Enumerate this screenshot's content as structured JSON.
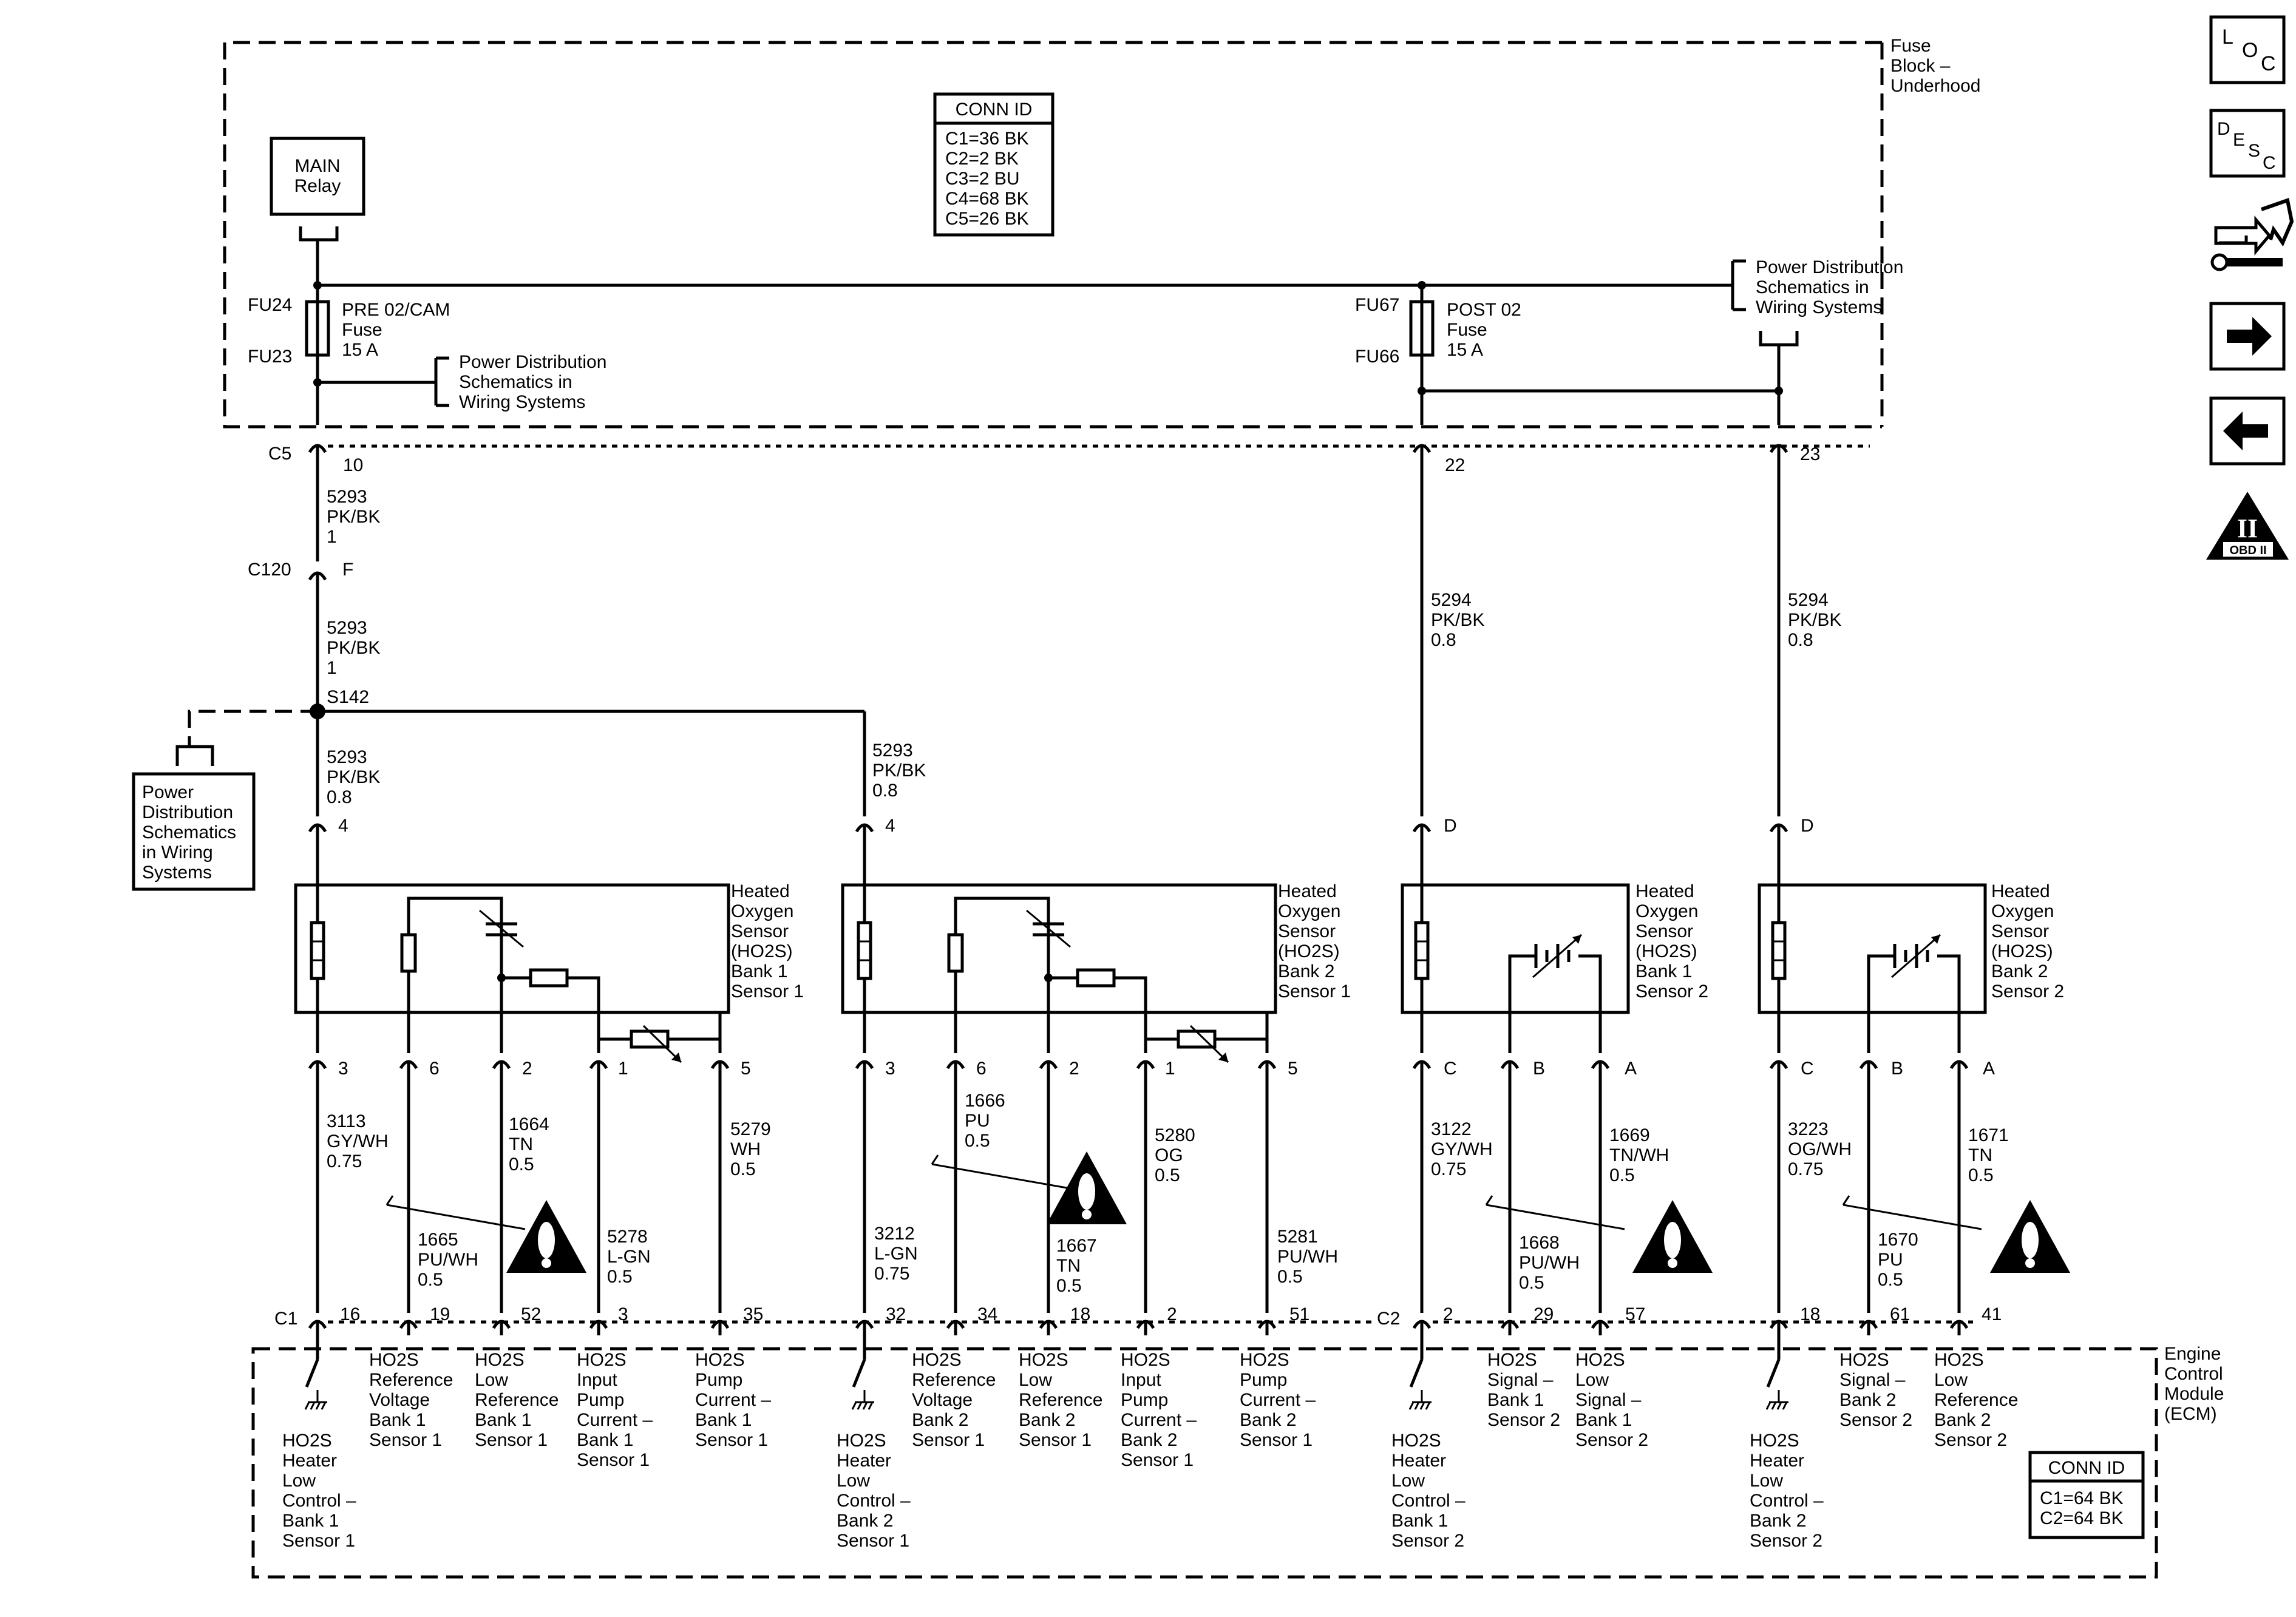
{
  "fuse_block": {
    "label_lines": [
      "Fuse",
      "Block –",
      "Underhood"
    ]
  },
  "conn_id_top": {
    "title": "CONN ID",
    "rows": [
      "C1=36 BK",
      "C2=2 BK",
      "C3=2 BU",
      "C4=68 BK",
      "C5=26 BK"
    ]
  },
  "main_relay": {
    "lines": [
      "MAIN",
      "Relay"
    ]
  },
  "fuse_pre": {
    "top_id": "FU24",
    "bottom_id": "FU23",
    "lines": [
      "PRE 02/CAM",
      "Fuse",
      "15 A"
    ]
  },
  "fuse_post": {
    "top_id": "FU67",
    "bottom_id": "FU66",
    "lines": [
      "POST 02",
      "Fuse",
      "15 A"
    ]
  },
  "power_dist": {
    "lines": [
      "Power Distribution",
      "Schematics in",
      "Wiring Systems"
    ]
  },
  "power_dist_box": {
    "lines": [
      "Power",
      "Distribution",
      "Schematics",
      "in Wiring",
      "Systems"
    ]
  },
  "connectors": {
    "c5": "C5",
    "c5_pins": [
      "10",
      "22",
      "23"
    ],
    "c120": "C120",
    "c120_pin": "F",
    "splice": "S142",
    "c1": "C1",
    "c2": "C2"
  },
  "wires": {
    "w5293_1": [
      "5293",
      "PK/BK",
      "1"
    ],
    "w5293_08": [
      "5293",
      "PK/BK",
      "0.8"
    ],
    "w5294_08": [
      "5294",
      "PK/BK",
      "0.8"
    ],
    "w3113": [
      "3113",
      "GY/WH",
      "0.75"
    ],
    "w1665": [
      "1665",
      "PU/WH",
      "0.5"
    ],
    "w1664": [
      "1664",
      "TN",
      "0.5"
    ],
    "w5278": [
      "5278",
      "L-GN",
      "0.5"
    ],
    "w5279": [
      "5279",
      "WH",
      "0.5"
    ],
    "w3212": [
      "3212",
      "L-GN",
      "0.75"
    ],
    "w1666": [
      "1666",
      "PU",
      "0.5"
    ],
    "w1667": [
      "1667",
      "TN",
      "0.5"
    ],
    "w5280": [
      "5280",
      "OG",
      "0.5"
    ],
    "w5281": [
      "5281",
      "PU/WH",
      "0.5"
    ],
    "w3122": [
      "3122",
      "GY/WH",
      "0.75"
    ],
    "w1668": [
      "1668",
      "PU/WH",
      "0.5"
    ],
    "w1669": [
      "1669",
      "TN/WH",
      "0.5"
    ],
    "w3223": [
      "3223",
      "OG/WH",
      "0.75"
    ],
    "w1670": [
      "1670",
      "PU",
      "0.5"
    ],
    "w1671": [
      "1671",
      "TN",
      "0.5"
    ]
  },
  "sensors": {
    "b1s1": [
      "Heated",
      "Oxygen",
      "Sensor",
      "(HO2S)",
      "Bank 1",
      "Sensor 1"
    ],
    "b2s1": [
      "Heated",
      "Oxygen",
      "Sensor",
      "(HO2S)",
      "Bank 2",
      "Sensor 1"
    ],
    "b1s2": [
      "Heated",
      "Oxygen",
      "Sensor",
      "(HO2S)",
      "Bank 1",
      "Sensor 2"
    ],
    "b2s2": [
      "Heated",
      "Oxygen",
      "Sensor",
      "(HO2S)",
      "Bank 2",
      "Sensor 2"
    ]
  },
  "pins": {
    "s1_top": "4",
    "s1_bottom": [
      "3",
      "6",
      "2",
      "1",
      "5"
    ],
    "s2_top": "4",
    "s2_bottom": [
      "3",
      "6",
      "2",
      "1",
      "5"
    ],
    "s3_top": "D",
    "s3_bottom": [
      "C",
      "B",
      "A"
    ],
    "s4_top": "D",
    "s4_bottom": [
      "C",
      "B",
      "A"
    ],
    "ecm_c1": [
      "16",
      "19",
      "52",
      "3",
      "35",
      "32",
      "34",
      "18",
      "2",
      "51"
    ],
    "ecm_c2": [
      "2",
      "29",
      "57",
      "18",
      "61",
      "41"
    ]
  },
  "ecm": {
    "label_lines": [
      "Engine",
      "Control",
      "Module",
      "(ECM)"
    ],
    "conn_id": {
      "title": "CONN ID",
      "rows": [
        "C1=64 BK",
        "C2=64 BK"
      ]
    },
    "circuits": [
      [
        "HO2S",
        "Heater",
        "Low",
        "Control –",
        "Bank 1",
        "Sensor 1"
      ],
      [
        "HO2S",
        "Reference",
        "Voltage",
        "Bank 1",
        "Sensor 1"
      ],
      [
        "HO2S",
        "Low",
        "Reference",
        "Bank 1",
        "Sensor 1"
      ],
      [
        "HO2S",
        "Input",
        "Pump",
        "Current –",
        "Bank 1",
        "Sensor 1"
      ],
      [
        "HO2S",
        "Pump",
        "Current –",
        "Bank 1",
        "Sensor 1"
      ],
      [
        "HO2S",
        "Heater",
        "Low",
        "Control –",
        "Bank 2",
        "Sensor 1"
      ],
      [
        "HO2S",
        "Reference",
        "Voltage",
        "Bank 2",
        "Sensor 1"
      ],
      [
        "HO2S",
        "Low",
        "Reference",
        "Bank 2",
        "Sensor 1"
      ],
      [
        "HO2S",
        "Input",
        "Pump",
        "Current –",
        "Bank 2",
        "Sensor 1"
      ],
      [
        "HO2S",
        "Pump",
        "Current –",
        "Bank 2",
        "Sensor 1"
      ],
      [
        "HO2S",
        "Heater",
        "Low",
        "Control –",
        "Bank 1",
        "Sensor 2"
      ],
      [
        "HO2S",
        "Signal –",
        "Bank 1",
        "Sensor 2"
      ],
      [
        "HO2S",
        "Low",
        "Signal –",
        "Bank 1",
        "Sensor 2"
      ],
      [
        "HO2S",
        "Heater",
        "Low",
        "Control –",
        "Bank 2",
        "Sensor 2"
      ],
      [
        "HO2S",
        "Signal –",
        "Bank 2",
        "Sensor 2"
      ],
      [
        "HO2S",
        "Low",
        "Reference",
        "Bank 2",
        "Sensor 2"
      ]
    ]
  },
  "nav_icons": [
    {
      "name": "loc-icon",
      "letters": [
        "L",
        "O",
        "C"
      ]
    },
    {
      "name": "desc-icon",
      "letters": [
        "D",
        "E",
        "S",
        "C"
      ]
    },
    {
      "name": "connector-tools-icon"
    },
    {
      "name": "forward-arrow-icon"
    },
    {
      "name": "back-arrow-icon"
    },
    {
      "name": "obd-ii-icon",
      "badge": "II",
      "label": "OBD II"
    }
  ]
}
